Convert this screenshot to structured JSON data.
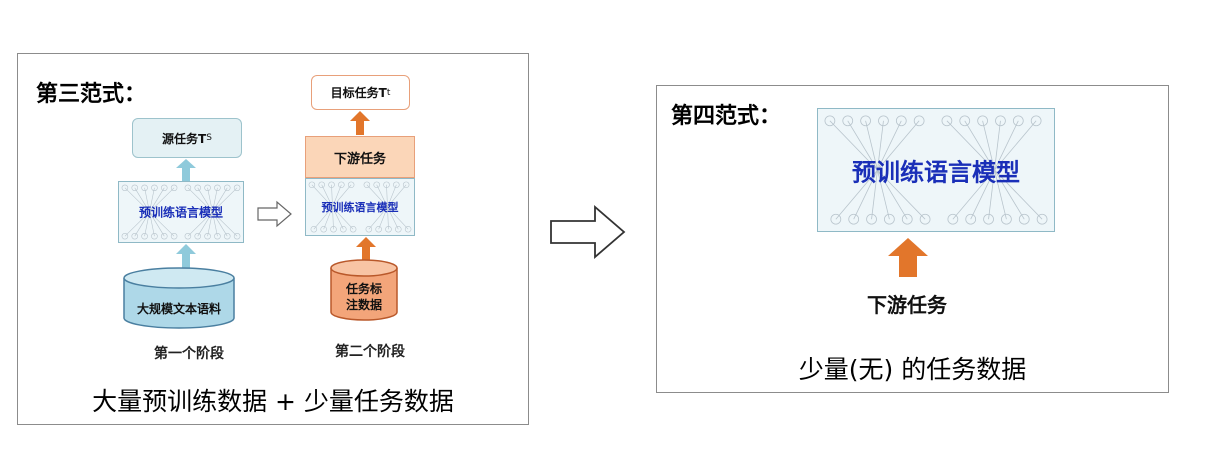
{
  "left_panel": {
    "heading": "第三范式：",
    "source_task_label": "源任务T",
    "source_task_sub": "S",
    "model_label": "预训练语言模型",
    "corpus_label": "大规模文本语料",
    "stage1_label": "第一个阶段",
    "target_task_label": "目标任务T",
    "target_task_sub": "t",
    "downstream_label": "下游任务",
    "model2_label": "预训练语言模型",
    "task_data_label_line1": "任务标",
    "task_data_label_line2": "注数据",
    "stage2_label": "第二个阶段",
    "bottom_text": "大量预训练数据 + 少量任务数据"
  },
  "right_panel": {
    "heading": "第四范式：",
    "model_label": "预训练语言模型",
    "downstream_label": "下游任务",
    "bottom_text": "少量(无) 的任务数据"
  },
  "colors": {
    "blue_arrow": "#8fcadb",
    "orange_arrow": "#e2762b",
    "model_text": "#1a2fb8"
  }
}
